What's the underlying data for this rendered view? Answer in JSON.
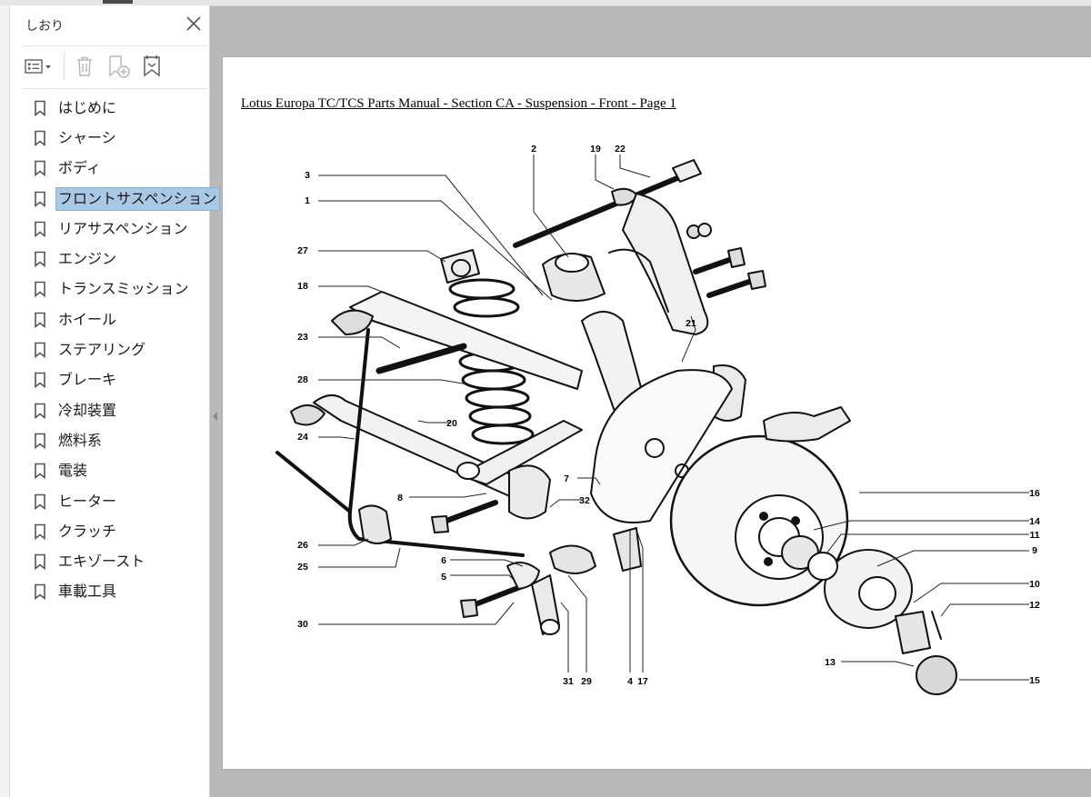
{
  "sidebar": {
    "title": "しおり",
    "toolbar": {
      "options_icon": "list-options-icon",
      "delete_icon": "trash-icon",
      "add_icon": "add-bookmark-icon",
      "tag_icon": "tag-bookmark-icon"
    },
    "items": [
      {
        "label": "はじめに"
      },
      {
        "label": "シャーシ"
      },
      {
        "label": "ボディ"
      },
      {
        "label": "フロントサスペンション",
        "selected": true
      },
      {
        "label": "リアサスペンション"
      },
      {
        "label": "エンジン"
      },
      {
        "label": "トランスミッション"
      },
      {
        "label": "ホイール"
      },
      {
        "label": "ステアリング"
      },
      {
        "label": "ブレーキ"
      },
      {
        "label": "冷却装置"
      },
      {
        "label": "燃料系"
      },
      {
        "label": "電装"
      },
      {
        "label": "ヒーター"
      },
      {
        "label": "クラッチ"
      },
      {
        "label": "エキゾースト"
      },
      {
        "label": "車載工具"
      }
    ]
  },
  "document": {
    "title": "Lotus Europa TC/TCS Parts Manual - Section CA - Suspension - Front - Page 1",
    "callouts": [
      "1",
      "2",
      "3",
      "4",
      "5",
      "6",
      "7",
      "8",
      "9",
      "10",
      "11",
      "12",
      "13",
      "14",
      "15",
      "16",
      "17",
      "18",
      "19",
      "20",
      "21",
      "22",
      "23",
      "24",
      "25",
      "26",
      "27",
      "28",
      "29",
      "30",
      "31",
      "32"
    ]
  },
  "colors": {
    "viewer_background": "#b9b9b9",
    "selection_highlight": "#a9c8e6"
  }
}
